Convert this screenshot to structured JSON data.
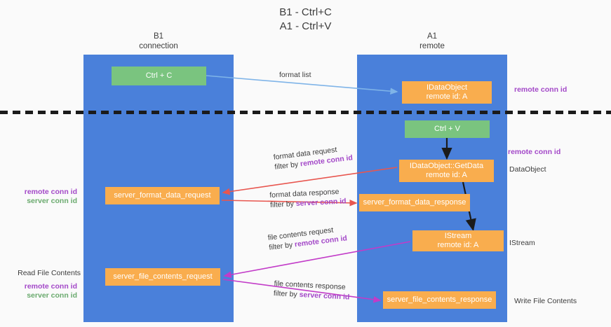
{
  "title": {
    "line1": "B1 - Ctrl+C",
    "line2": "A1 - Ctrl+V"
  },
  "lanes": [
    {
      "id": "b1",
      "name": "B1",
      "role": "connection"
    },
    {
      "id": "a1",
      "name": "A1",
      "role": "remote"
    }
  ],
  "nodes": {
    "ctrl_c": {
      "line1": "Ctrl + C",
      "line2": ""
    },
    "idataobject": {
      "line1": "IDataObject",
      "line2": "remote id: A"
    },
    "ctrl_v": {
      "line1": "Ctrl + V",
      "line2": ""
    },
    "getdata": {
      "line1": "IDataObject::GetData",
      "line2": "remote id: A"
    },
    "server_format_data_request": {
      "line1": "server_format_data_request",
      "line2": ""
    },
    "server_format_data_response": {
      "line1": "server_format_data_response",
      "line2": ""
    },
    "istream": {
      "line1": "IStream",
      "line2": "remote id: A"
    },
    "server_file_contents_request": {
      "line1": "server_file_contents_request",
      "line2": ""
    },
    "server_file_contents_response": {
      "line1": "server_file_contents_response",
      "line2": ""
    }
  },
  "edge_labels": {
    "format_list": "format list",
    "format_data_request": "format data request",
    "format_data_request_filter_prefix": "filter by ",
    "format_data_request_filter_key": "remote conn id",
    "format_data_response": "format data response",
    "format_data_response_filter_prefix": "filter by ",
    "format_data_response_filter_key": "server conn id",
    "file_contents_request": "file contents request",
    "file_contents_request_filter_prefix": "filter by ",
    "file_contents_request_filter_key": "remote conn id",
    "file_contents_response": "file contents response",
    "file_contents_response_filter_prefix": "filter by ",
    "file_contents_response_filter_key": "server conn id"
  },
  "side_notes": {
    "right_remote_conn_id_top": "remote conn id",
    "right_remote_conn_id_mid": "remote conn id",
    "right_dataobject": "DataObject",
    "right_istream": "IStream",
    "right_write_file_contents": "Write File Contents",
    "left_remote_conn_id_1": "remote conn id",
    "left_server_conn_id_1": "server conn id",
    "left_read_file_contents": "Read File Contents",
    "left_remote_conn_id_2": "remote conn id",
    "left_server_conn_id_2": "server conn id"
  },
  "colors": {
    "lane": "#4a80da",
    "green_node": "#7ac47f",
    "orange_node": "#f9ad4e",
    "purple_text": "#a348c8",
    "green_text": "#6aaa6e",
    "blue_arrow": "#7fb4e8",
    "red_arrow": "#e8564f",
    "magenta_arrow": "#c23bc8",
    "black_arrow": "#1b1b1b",
    "divider": "#1b1b1b"
  }
}
